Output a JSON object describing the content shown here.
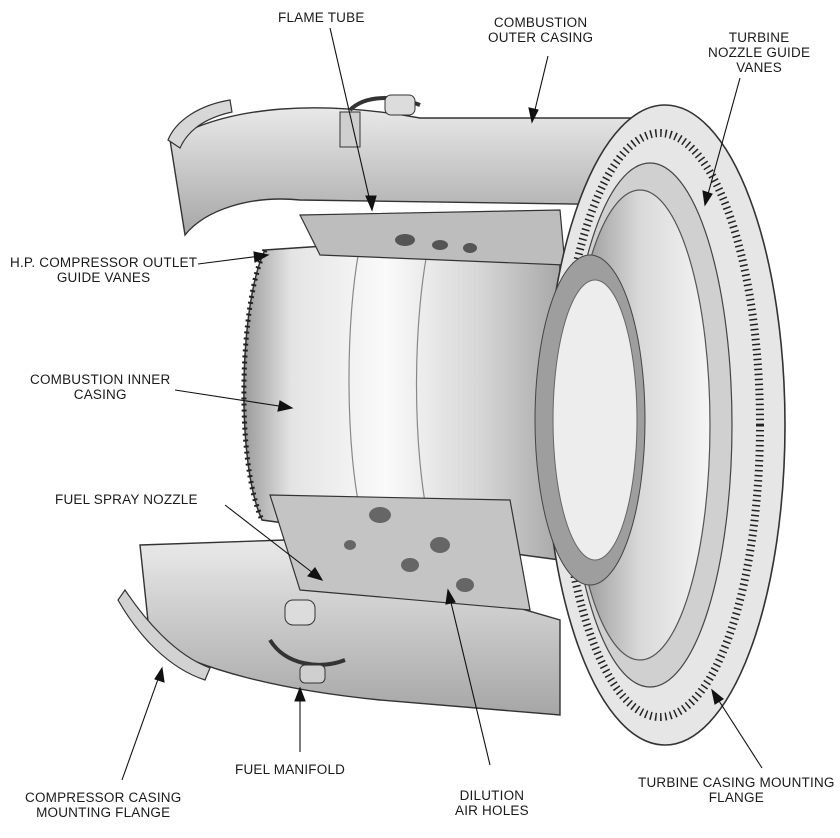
{
  "labels": {
    "flame_tube": [
      "FLAME TUBE"
    ],
    "combustion_outer_casing": [
      "COMBUSTION",
      "OUTER CASING"
    ],
    "turbine_nozzle_guide_vanes": [
      "TURBINE",
      "NOZZLE GUIDE",
      "VANES"
    ],
    "hp_compressor_outlet_guide_vanes": [
      "H.P. COMPRESSOR OUTLET",
      "GUIDE VANES"
    ],
    "combustion_inner_casing": [
      "COMBUSTION INNER",
      "CASING"
    ],
    "fuel_spray_nozzle": [
      "FUEL SPRAY NOZZLE"
    ],
    "fuel_manifold": [
      "FUEL MANIFOLD"
    ],
    "dilution_air_holes": [
      "DILUTION",
      "AIR HOLES"
    ],
    "compressor_casing_mounting_flange": [
      "COMPRESSOR CASING",
      "MOUNTING FLANGE"
    ],
    "turbine_casing_mounting_flange": [
      "TURBINE CASING MOUNTING",
      "FLANGE"
    ]
  },
  "colors": {
    "ink": "#1a1a1a",
    "metal_light": "#f2f2f2",
    "metal_mid": "#c9c9c9",
    "metal_dark": "#7d7d7d"
  }
}
